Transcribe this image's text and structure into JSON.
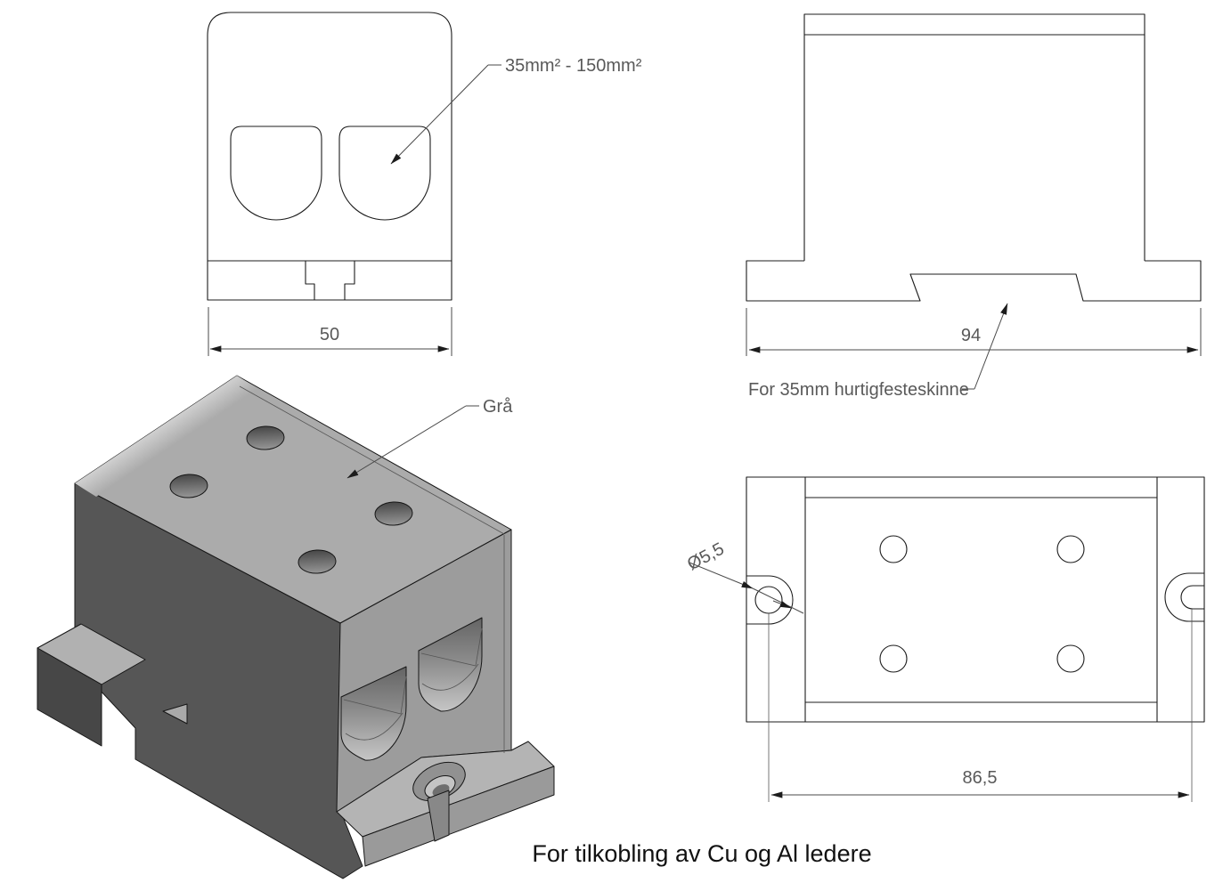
{
  "drawing": {
    "caption": "For tilkobling av Cu og Al ledere",
    "views": {
      "front": {
        "dim_width": "50",
        "wire_range": "35mm² - 150mm²"
      },
      "side": {
        "dim_width": "94",
        "rail_note": "For 35mm hurtigfesteskinne"
      },
      "top": {
        "dim_hole_spacing": "86,5",
        "hole_diameter": "Ø5,5"
      },
      "isometric": {
        "color_label": "Grå"
      }
    },
    "colors": {
      "line": "#1c1c1c",
      "dimension_text": "#595959",
      "caption_text": "#111111",
      "iso_top_face": "#ababab",
      "iso_left_face": "#565656",
      "iso_right_face": "#9c9c9c",
      "iso_base_dark": "#474747",
      "iso_flange_top": "#b4b4b4",
      "iso_flange_front": "#9a9a9a"
    }
  }
}
